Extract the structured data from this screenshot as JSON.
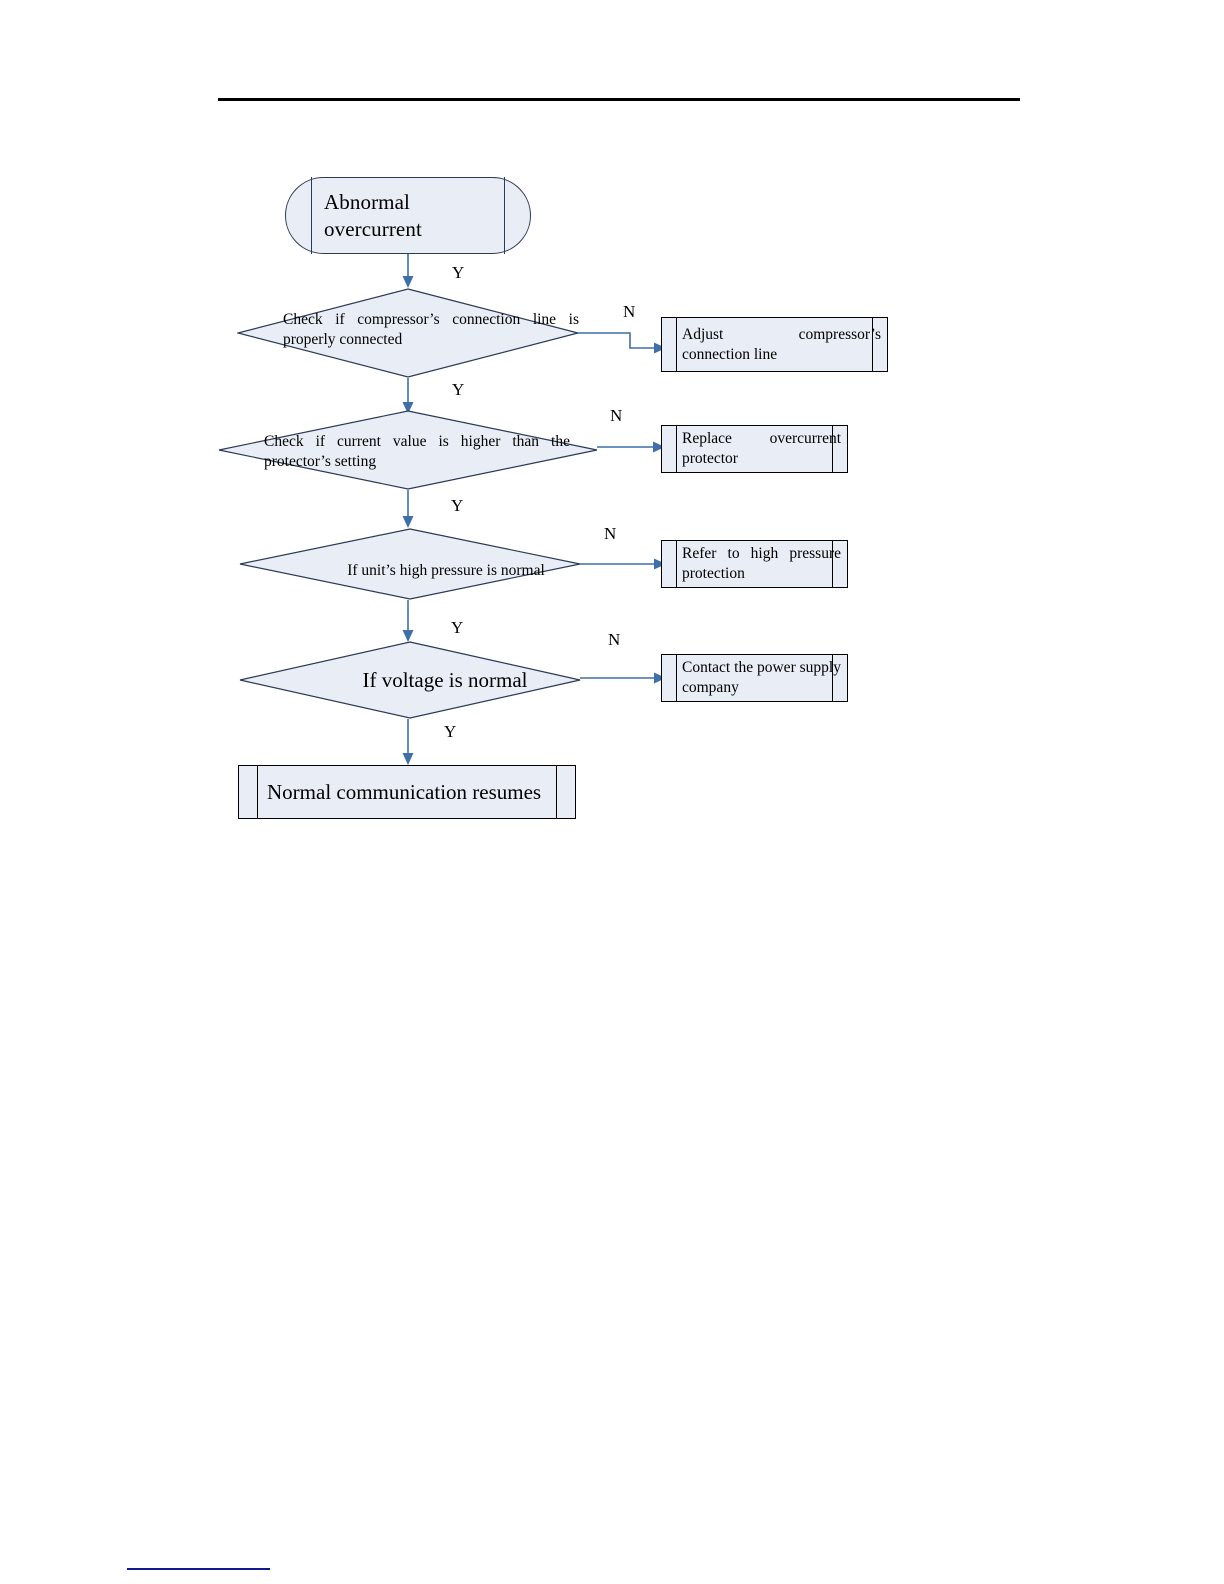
{
  "page": {
    "title": "Abnormal overcurrent troubleshooting flowchart",
    "header_rule": true,
    "footer_rule": true,
    "background": "#ffffff"
  },
  "colors": {
    "shape_fill": "#e9edf5",
    "shape_stroke": "#2b3a55",
    "box_stroke": "#000000",
    "connector": "#3f6fa8",
    "arrow_head": "#3f6fa8",
    "header_rule": "#000000",
    "footer_rule": "#101a8c"
  },
  "flowchart": {
    "type": "flowchart",
    "orientation": "top-to-bottom",
    "start": {
      "id": "start",
      "shape": "terminator",
      "label": "Abnormal overcurrent"
    },
    "decisions": [
      {
        "id": "d1",
        "shape": "diamond",
        "label": "Check if compressor’s connection line is properly connected",
        "yes_label": "Y",
        "no_label": "N",
        "no_target": "a1",
        "yes_target": "d2"
      },
      {
        "id": "d2",
        "shape": "diamond",
        "label": "Check if current value is higher than the protector’s setting",
        "yes_label": "Y",
        "no_label": "N",
        "no_target": "a2",
        "yes_target": "d3"
      },
      {
        "id": "d3",
        "shape": "diamond",
        "label": "If unit’s high pressure is normal",
        "yes_label": "Y",
        "no_label": "N",
        "no_target": "a3",
        "yes_target": "d4"
      },
      {
        "id": "d4",
        "shape": "diamond",
        "label": "If voltage is normal",
        "yes_label": "Y",
        "no_label": "N",
        "no_target": "a4",
        "yes_target": "end"
      }
    ],
    "actions": [
      {
        "id": "a1",
        "shape": "predefined-process",
        "label": "Adjust compressor’s connection line"
      },
      {
        "id": "a2",
        "shape": "predefined-process",
        "label": "Replace overcurrent protector"
      },
      {
        "id": "a3",
        "shape": "predefined-process",
        "label": "Refer to high pressure protection"
      },
      {
        "id": "a4",
        "shape": "predefined-process",
        "label": "Contact the power supply company"
      }
    ],
    "end": {
      "id": "end",
      "shape": "predefined-process",
      "label": "Normal communication resumes"
    },
    "branch_labels": {
      "yes": "Y",
      "no": "N"
    }
  }
}
